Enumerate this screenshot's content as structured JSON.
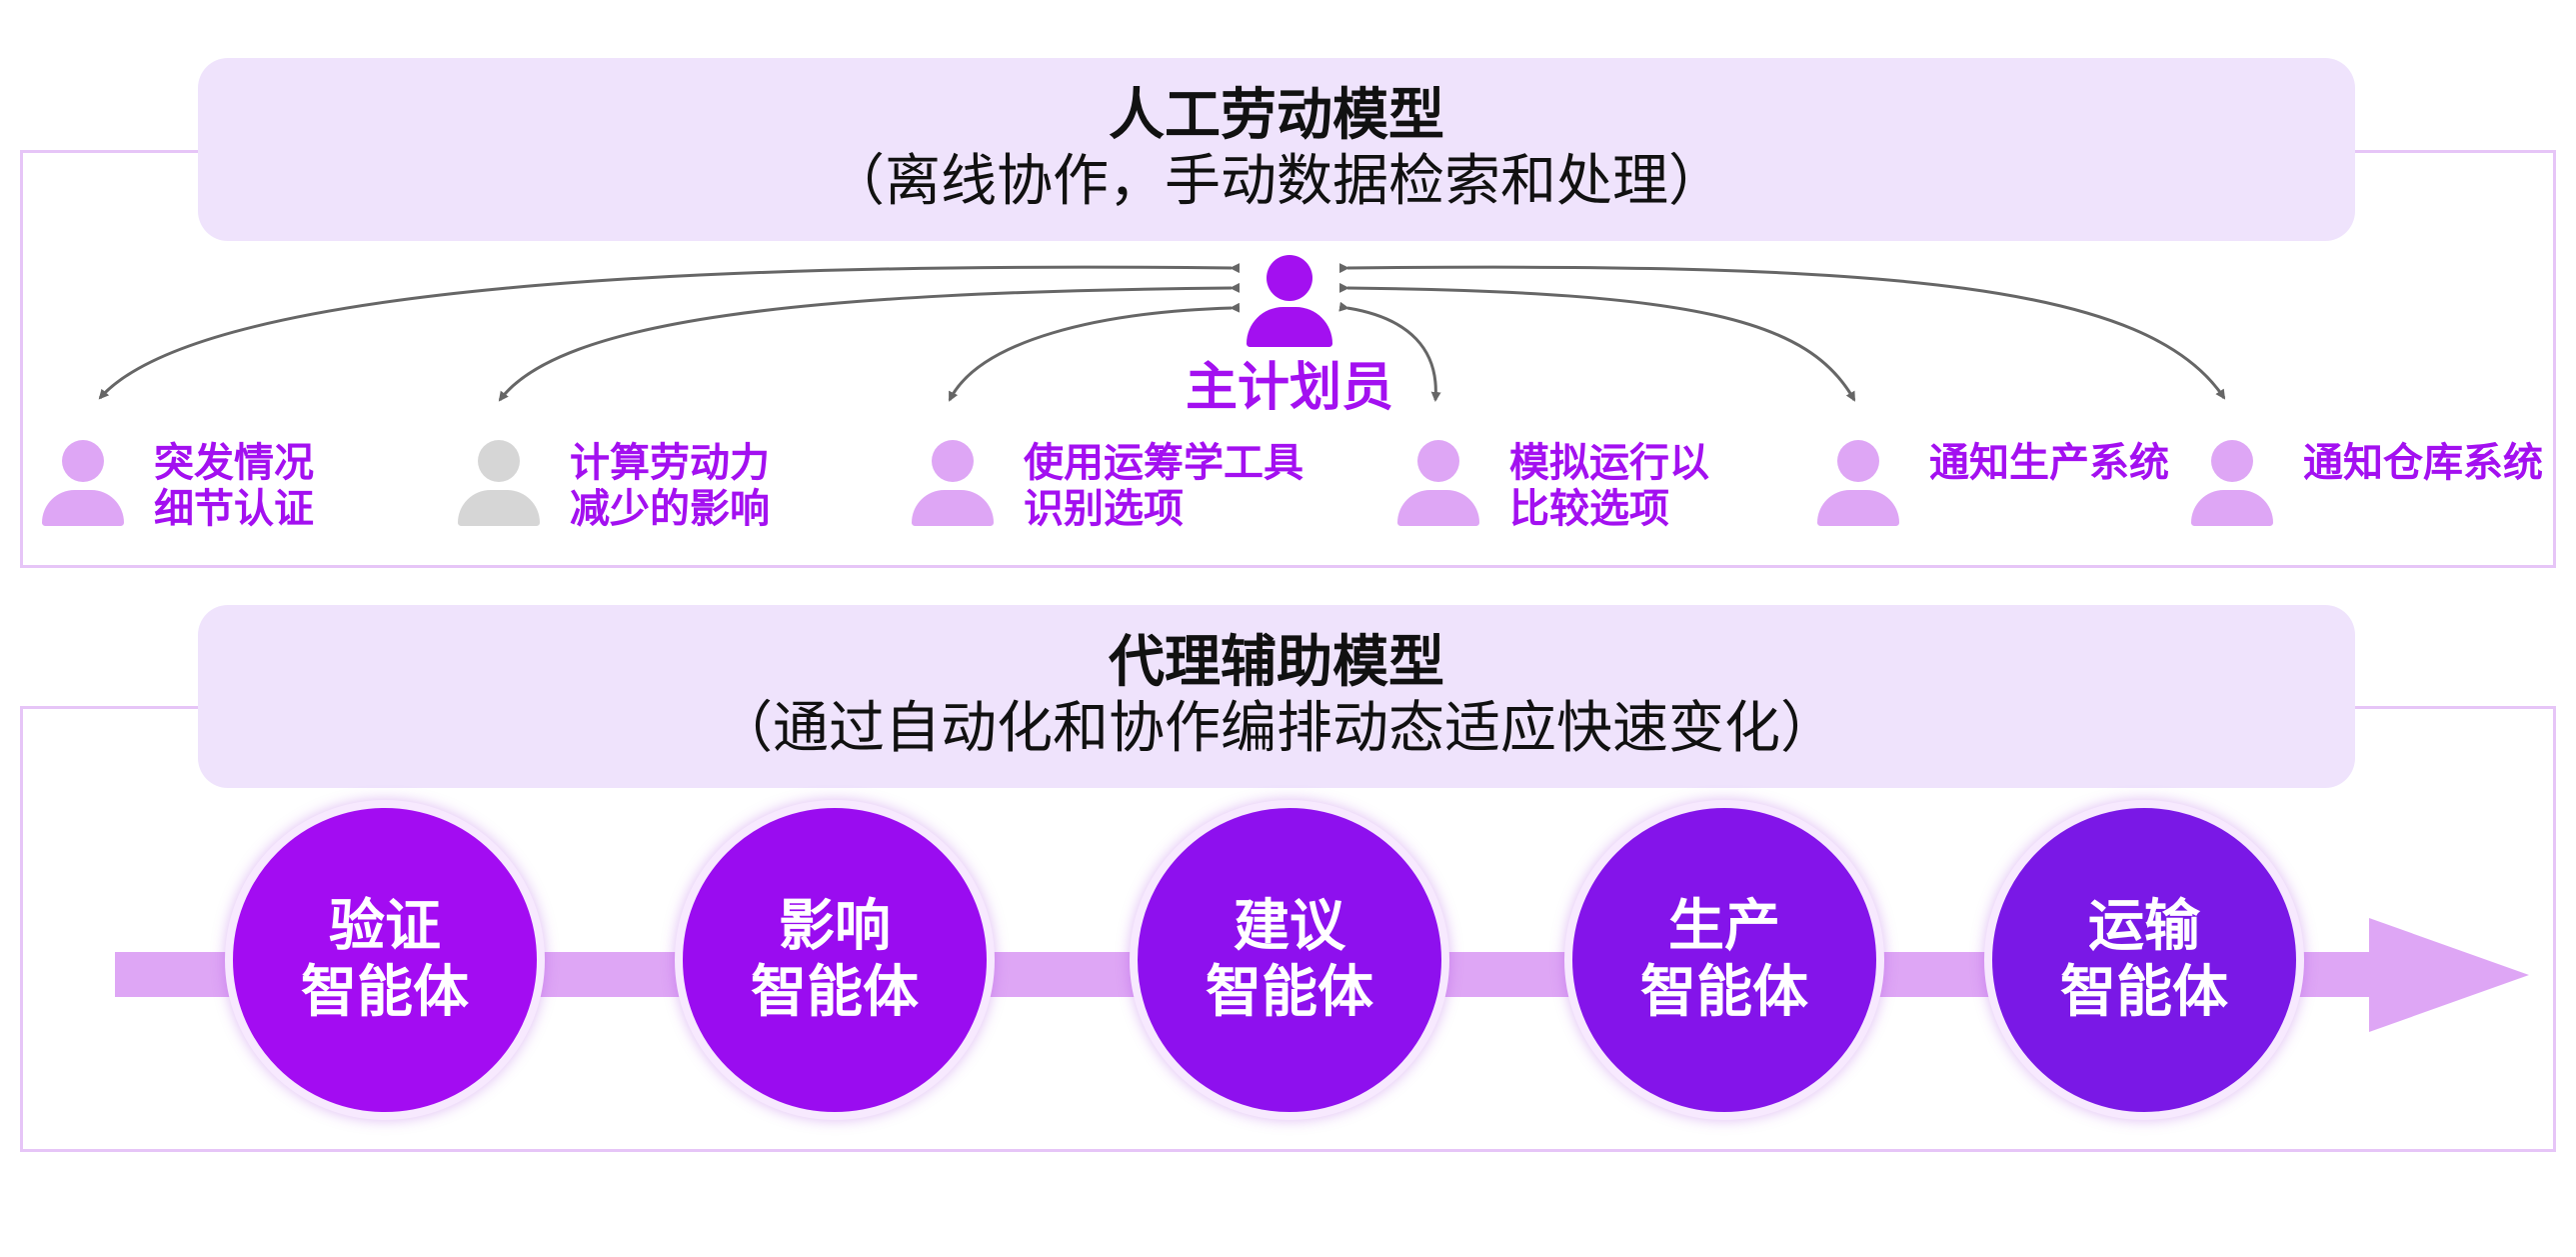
{
  "human_model": {
    "title": "人工劳动模型",
    "subtitle": "（离线协作，手动数据检索和处理）",
    "planner_label": "主计划员",
    "roles": [
      {
        "line1": "突发情况",
        "line2": "细节认证",
        "icon": "person-icon",
        "color": "#dea6f5"
      },
      {
        "line1": "计算劳动力",
        "line2": "减少的影响",
        "icon": "person-icon",
        "color": "#d6d6d6"
      },
      {
        "line1": "使用运筹学工具",
        "line2": "识别选项",
        "icon": "person-icon",
        "color": "#dea6f5"
      },
      {
        "line1": "模拟运行以",
        "line2": "比较选项",
        "icon": "person-icon",
        "color": "#dea6f5"
      },
      {
        "line1": "通知生产系统",
        "line2": "",
        "icon": "person-icon",
        "color": "#dea6f5"
      },
      {
        "line1": "通知仓库系统",
        "line2": "",
        "icon": "person-icon",
        "color": "#dea6f5"
      }
    ]
  },
  "agent_model": {
    "title": "代理辅助模型",
    "subtitle": "（通过自动化和协作编排动态适应快速变化）",
    "agents": [
      {
        "line1": "验证",
        "line2": "智能体",
        "color": "#a30cf2"
      },
      {
        "line1": "影响",
        "line2": "智能体",
        "color": "#9a0cf0"
      },
      {
        "line1": "建议",
        "line2": "智能体",
        "color": "#8e10ee"
      },
      {
        "line1": "生产",
        "line2": "智能体",
        "color": "#8414ea"
      },
      {
        "line1": "运输",
        "line2": "智能体",
        "color": "#7a18e6"
      }
    ]
  },
  "colors": {
    "accent": "#a310f0",
    "light_purple": "#dea6f5",
    "header_bg": "#efe3fc",
    "frame_border": "#e6c5f7",
    "connector": "#666666"
  }
}
